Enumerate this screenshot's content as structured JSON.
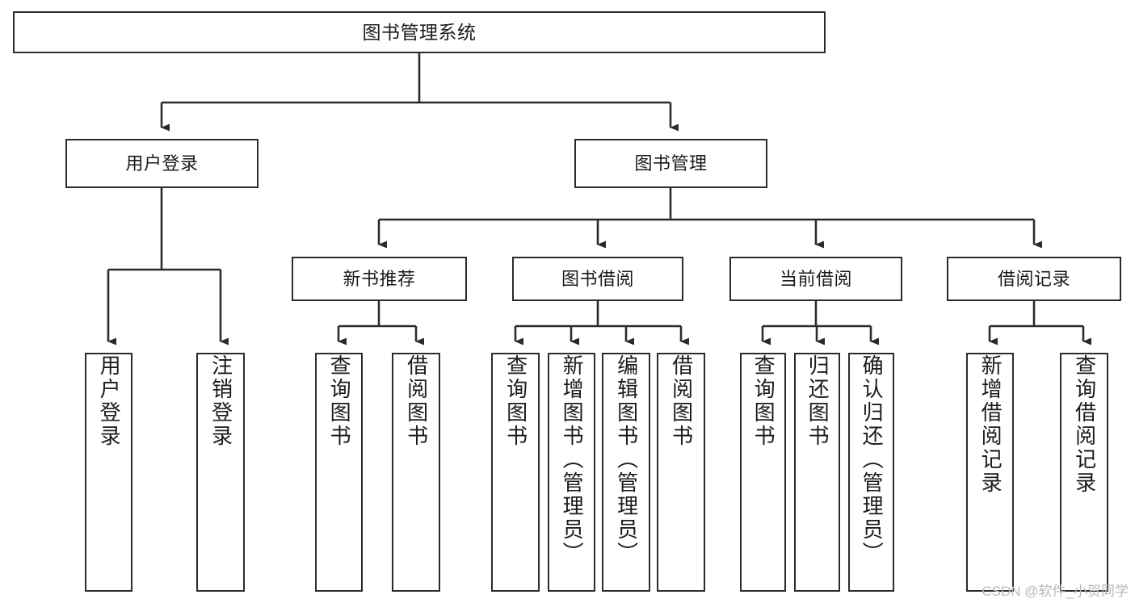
{
  "diagram": {
    "title": "图书管理系统",
    "type": "tree-hierarchy",
    "orientation": "top-down",
    "colors": {
      "box_border": "#2b2b2b",
      "box_fill": "#ffffff",
      "connector": "#333333",
      "text": "#1b1b1b",
      "watermark": "#b9b9b9",
      "page_background": "#ffffff"
    }
  },
  "nodes": {
    "root": {
      "label": "图书管理系统"
    },
    "level2": [
      {
        "label": "用户登录"
      },
      {
        "label": "图书管理"
      }
    ],
    "level3": [
      {
        "label": "新书推荐"
      },
      {
        "label": "图书借阅"
      },
      {
        "label": "当前借阅"
      },
      {
        "label": "借阅记录"
      }
    ],
    "leaves": {
      "user_login": [
        {
          "label": "用户登录"
        },
        {
          "label": "注销登录"
        }
      ],
      "new_book_recommend": [
        {
          "label": "查询图书"
        },
        {
          "label": "借阅图书"
        }
      ],
      "book_borrow": [
        {
          "label": "查询图书"
        },
        {
          "label": "新增图书（管理员）"
        },
        {
          "label": "编辑图书（管理员）"
        },
        {
          "label": "借阅图书"
        }
      ],
      "current_borrow": [
        {
          "label": "查询图书"
        },
        {
          "label": "归还图书"
        },
        {
          "label": "确认归还（管理员）"
        }
      ],
      "borrow_record": [
        {
          "label": "新增借阅记录"
        },
        {
          "label": "查询借阅记录"
        }
      ]
    }
  },
  "watermark": {
    "text": "CSDN @软件_小贺同学"
  }
}
